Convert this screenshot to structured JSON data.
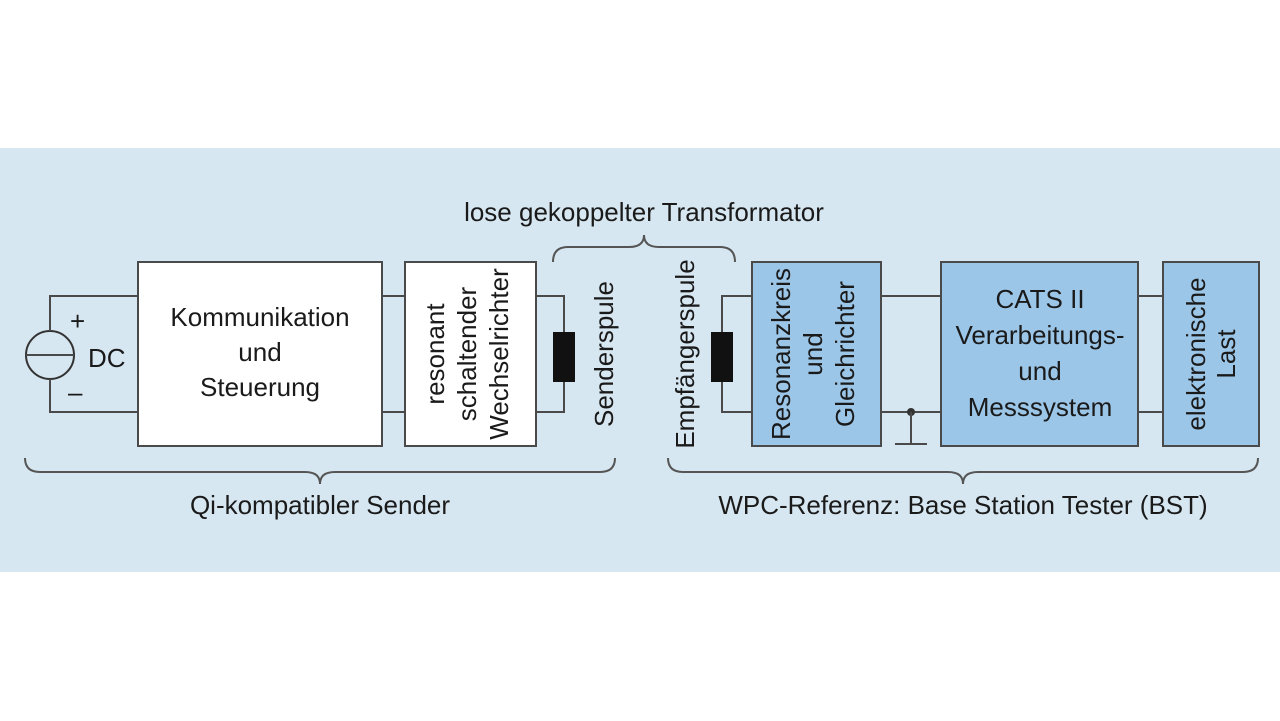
{
  "labels": {
    "transformer": "lose gekoppelter Transformator",
    "dc_plus": "+",
    "dc": "DC",
    "dc_minus": "–",
    "komm_line1": "Kommunikation",
    "komm_line2": "und",
    "komm_line3": "Steuerung",
    "inverter_line1": "resonant",
    "inverter_line2": "schaltender",
    "inverter_line3": "Wechselrichter",
    "sendcoil": "Senderspule",
    "recvcoil": "Empfängerspule",
    "resonance_line1": "Resonanzkreis",
    "resonance_line2": "und",
    "resonance_line3": "Gleichrichter",
    "cats_line1": "CATS II",
    "cats_line2": "Verarbeitungs-",
    "cats_line3": "und",
    "cats_line4": "Messsystem",
    "load_line1": "elektronische",
    "load_line2": "Last",
    "sender_group": "Qi-kompatibler Sender",
    "bst_group": "WPC-Referenz: Base Station Tester (BST)"
  },
  "colors": {
    "panel": "#d7e7f1",
    "bst_block": "#9cc6e8",
    "sender_block": "#ffffff"
  }
}
